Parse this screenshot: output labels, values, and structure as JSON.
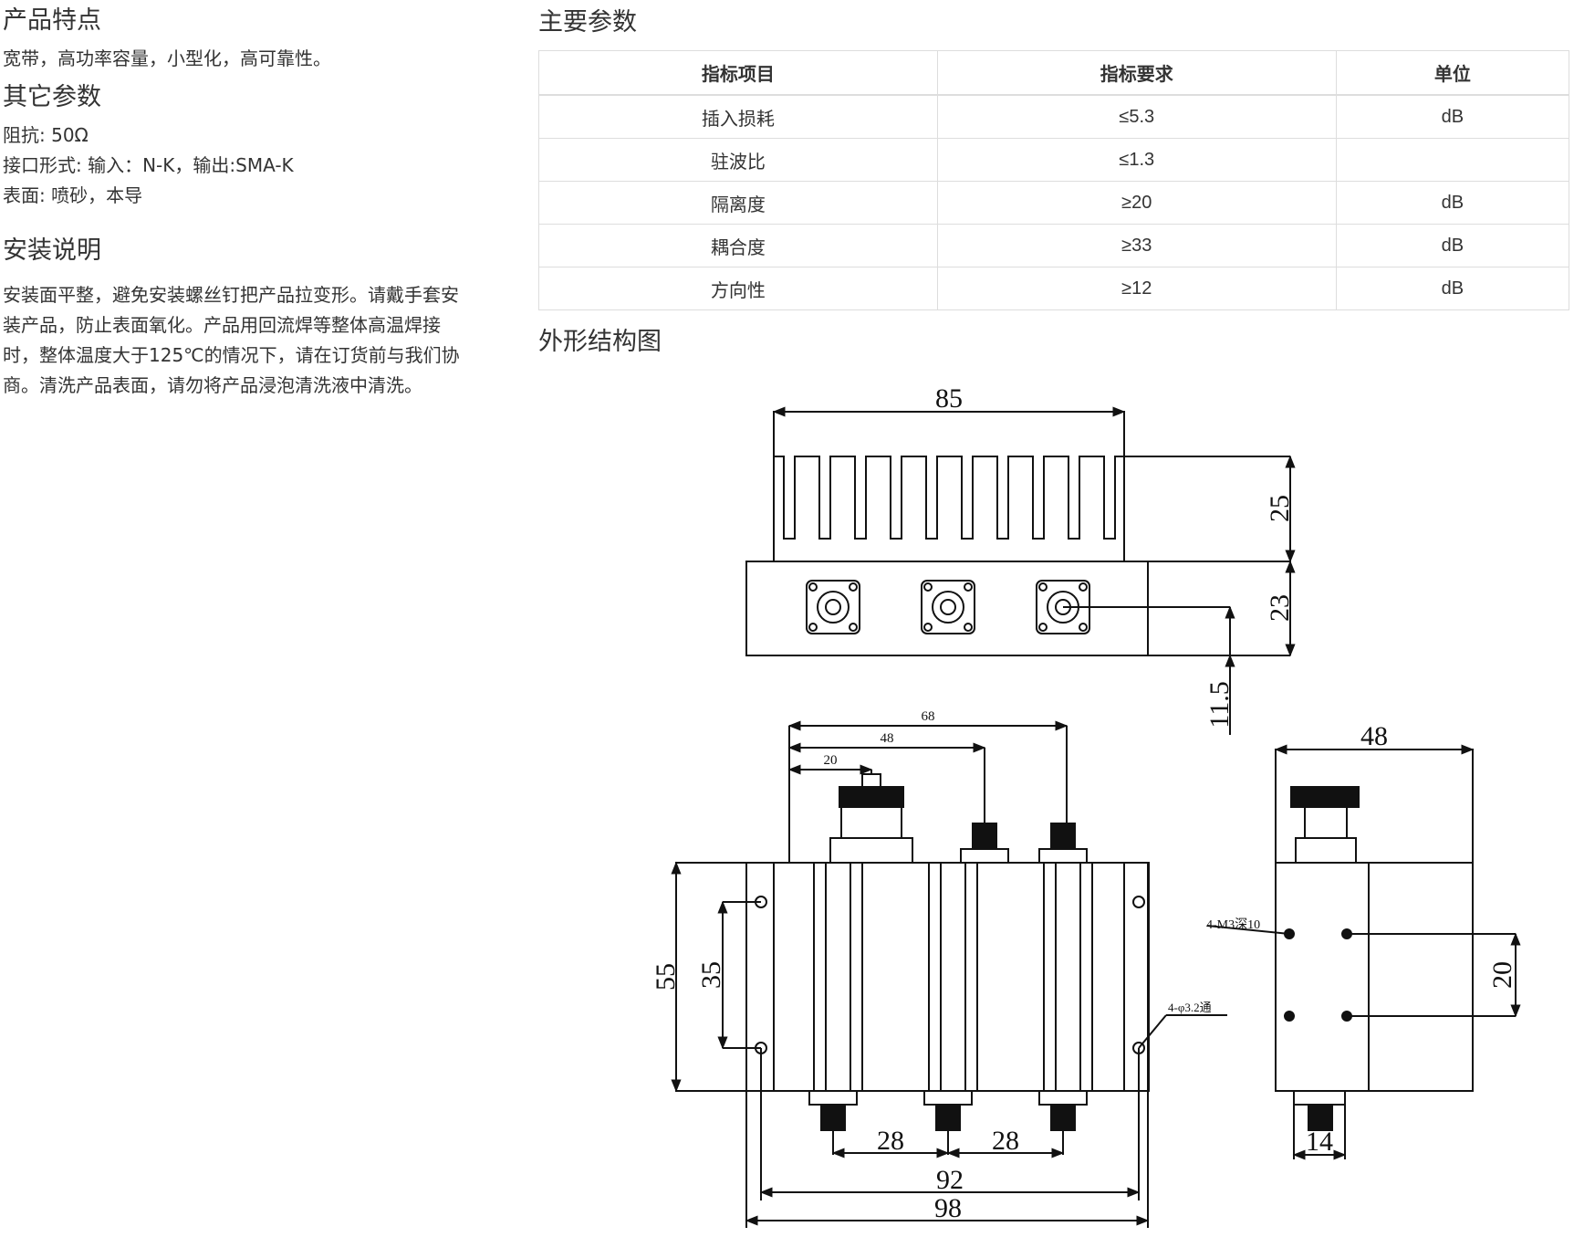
{
  "features": {
    "heading": "产品特点",
    "text": "宽带，高功率容量，小型化，高可靠性。"
  },
  "other_params": {
    "heading": "其它参数",
    "lines": [
      "阻抗: 50Ω",
      "接口形式: 输入：N-K，输出:SMA-K",
      "表面: 喷砂，本导"
    ]
  },
  "install": {
    "heading": "安装说明",
    "lines": [
      "安装面平整，避免安装螺丝钉把产品拉变形。请戴手套安",
      "装产品，防止表面氧化。产品用回流焊等整体高温焊接",
      "时，整体温度大于125℃的情况下，请在订货前与我们协",
      "商。清洗产品表面，请勿将产品浸泡清洗液中清洗。"
    ]
  },
  "main_params": {
    "heading": "主要参数",
    "columns": [
      "指标项目",
      "指标要求",
      "单位"
    ],
    "rows": [
      [
        "插入损耗",
        "≤5.3",
        "dB"
      ],
      [
        "驻波比",
        "≤1.3",
        ""
      ],
      [
        "隔离度",
        "≥20",
        "dB"
      ],
      [
        "耦合度",
        "≥33",
        "dB"
      ],
      [
        "方向性",
        "≥12",
        "dB"
      ]
    ]
  },
  "outline": {
    "heading": "外形结构图",
    "dims": {
      "top_width": "85",
      "fin_height": "25",
      "body_height": "23",
      "conn_offset": "11.5",
      "d68": "68",
      "d48": "48",
      "d20": "20",
      "height55": "55",
      "height35": "35",
      "pitch1": "28",
      "pitch2": "28",
      "w92": "92",
      "w98": "98",
      "side_width": "48",
      "side_20": "20",
      "side_14": "14",
      "tap_note": "4-M3深10",
      "hole_note": "4-φ3.2通"
    }
  }
}
